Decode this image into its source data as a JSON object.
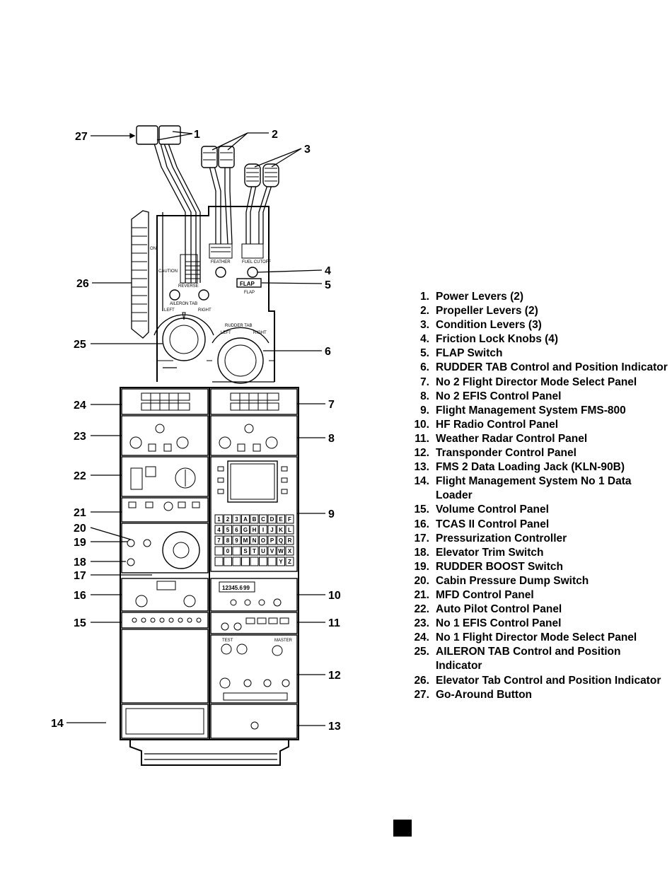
{
  "callouts": [
    "1",
    "2",
    "3",
    "4",
    "5",
    "6",
    "7",
    "8",
    "9",
    "10",
    "11",
    "12",
    "13",
    "14",
    "15",
    "16",
    "17",
    "18",
    "19",
    "20",
    "21",
    "22",
    "23",
    "24",
    "25",
    "26",
    "27"
  ],
  "panel_text": {
    "reverse": "REVERSE",
    "aileron_tab": "AILERON TAB",
    "rudder_tab": "RUDDER TAB",
    "feather": "FEATHER",
    "fuel_cutoff": "FUEL CUTOFF",
    "flap": "FLAP",
    "flap_switch": "FLAP",
    "caution": "CAUTION",
    "on": "ON",
    "left": "LEFT",
    "right": "RIGHT",
    "hf_frequency": "12345.6",
    "hf_channel": "99",
    "test": "TEST",
    "master": "MASTER"
  },
  "legend": [
    {
      "num": "1.",
      "text": "Power Levers (2)"
    },
    {
      "num": "2.",
      "text": "Propeller Levers (2)"
    },
    {
      "num": "3.",
      "text": "Condition Levers (3)"
    },
    {
      "num": "4.",
      "text": "Friction Lock Knobs (4)"
    },
    {
      "num": "5.",
      "text": "FLAP Switch"
    },
    {
      "num": "6.",
      "text": "RUDDER TAB Control and Position Indicator"
    },
    {
      "num": "7.",
      "text": "No 2 Flight Director Mode Select Panel"
    },
    {
      "num": "8.",
      "text": "No 2 EFIS Control Panel"
    },
    {
      "num": "9.",
      "text": "Flight Management System  FMS-800"
    },
    {
      "num": "10.",
      "text": "HF Radio Control Panel"
    },
    {
      "num": "11.",
      "text": "Weather Radar Control Panel"
    },
    {
      "num": "12.",
      "text": "Transponder Control Panel"
    },
    {
      "num": "13.",
      "text": "FMS 2 Data Loading Jack (KLN-90B)"
    },
    {
      "num": "14.",
      "text": "Flight Management System No 1 Data Loader"
    },
    {
      "num": "15.",
      "text": "Volume Control Panel"
    },
    {
      "num": "16.",
      "text": "TCAS II Control Panel"
    },
    {
      "num": "17.",
      "text": "Pressurization Controller"
    },
    {
      "num": "18.",
      "text": "Elevator Trim Switch"
    },
    {
      "num": "19.",
      "text": "RUDDER BOOST Switch"
    },
    {
      "num": "20.",
      "text": "Cabin Pressure Dump Switch"
    },
    {
      "num": "21.",
      "text": "MFD Control Panel"
    },
    {
      "num": "22.",
      "text": "Auto Pilot Control Panel"
    },
    {
      "num": "23.",
      "text": "No 1 EFIS Control Panel"
    },
    {
      "num": "24.",
      "text": "No 1 Flight Director Mode Select Panel"
    },
    {
      "num": "25.",
      "text": "AILERON TAB Control and Position Indicator"
    },
    {
      "num": "26.",
      "text": "Elevator Tab Control and Position Indicator"
    },
    {
      "num": "27.",
      "text": "Go-Around Button"
    }
  ],
  "keypad": [
    "1",
    "2",
    "3",
    "A",
    "B",
    "C",
    "D",
    "E",
    "F",
    "4",
    "5",
    "6",
    "G",
    "H",
    "I",
    "J",
    "K",
    "L",
    "7",
    "8",
    "9",
    "M",
    "N",
    "O",
    "P",
    "Q",
    "R",
    "",
    "0",
    "",
    "S",
    "T",
    "U",
    "V",
    "W",
    "X",
    "",
    "",
    "",
    "",
    "",
    "",
    "",
    "Y",
    "Z"
  ]
}
